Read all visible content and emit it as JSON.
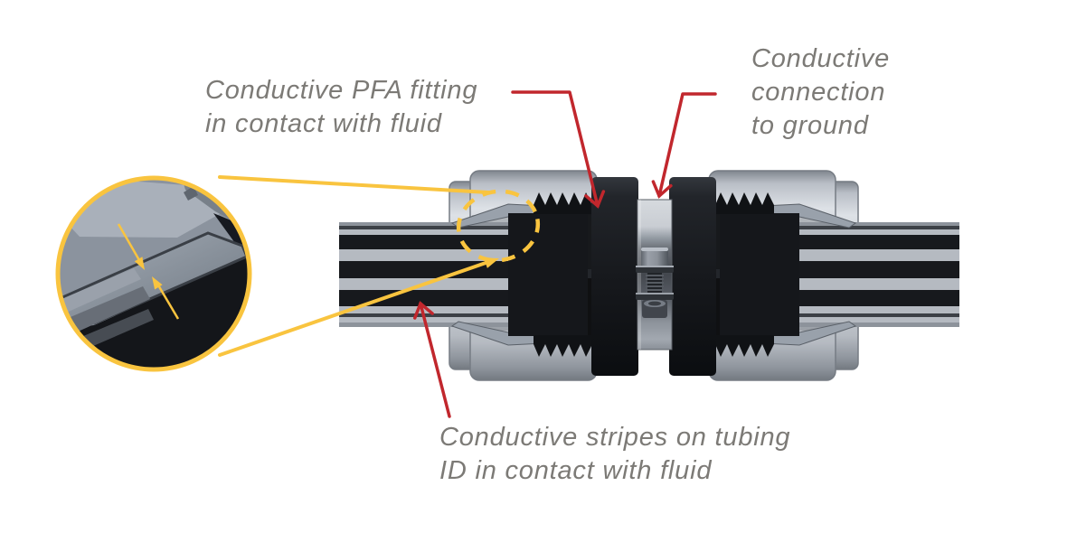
{
  "labels": {
    "fitting": "Conductive PFA fitting\nin contact with fluid",
    "ground": "Conductive\nconnection\nto ground",
    "stripes": "Conductive stripes on tubing\nID in contact with fluid"
  },
  "colors": {
    "background": "#ffffff",
    "label_text": "#7c7a76",
    "leader_red": "#c1272d",
    "highlight_yellow": "#f9c43f",
    "tube_gray": "#b5bac1",
    "tube_black": "#17191d",
    "nut_gray": "#c9ced5",
    "fitting_black": "#15171b",
    "ground_clip_gray": "#c9cdd3"
  }
}
